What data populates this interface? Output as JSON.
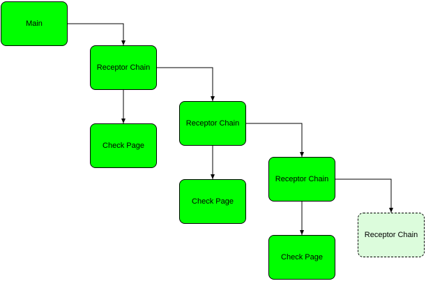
{
  "colors": {
    "node_fill": "#00ff00",
    "ghost_fill": "#dcfcdc",
    "stroke": "#000000",
    "background": "#ffffff"
  },
  "nodes": [
    {
      "id": "main",
      "label": "Main",
      "style": "solid"
    },
    {
      "id": "receptor-chain-1",
      "label": "Receptor Chain",
      "style": "solid"
    },
    {
      "id": "check-page-1",
      "label": "Check Page",
      "style": "solid"
    },
    {
      "id": "receptor-chain-2",
      "label": "Receptor Chain",
      "style": "solid"
    },
    {
      "id": "check-page-2",
      "label": "Check Page",
      "style": "solid"
    },
    {
      "id": "receptor-chain-3",
      "label": "Receptor Chain",
      "style": "solid"
    },
    {
      "id": "check-page-3",
      "label": "Check Page",
      "style": "solid"
    },
    {
      "id": "receptor-chain-4",
      "label": "Receptor Chain",
      "style": "dashed"
    }
  ],
  "edges": [
    {
      "from": "main",
      "to": "receptor-chain-1"
    },
    {
      "from": "receptor-chain-1",
      "to": "check-page-1"
    },
    {
      "from": "receptor-chain-1",
      "to": "receptor-chain-2"
    },
    {
      "from": "receptor-chain-2",
      "to": "check-page-2"
    },
    {
      "from": "receptor-chain-2",
      "to": "receptor-chain-3"
    },
    {
      "from": "receptor-chain-3",
      "to": "check-page-3"
    },
    {
      "from": "receptor-chain-3",
      "to": "receptor-chain-4"
    }
  ]
}
